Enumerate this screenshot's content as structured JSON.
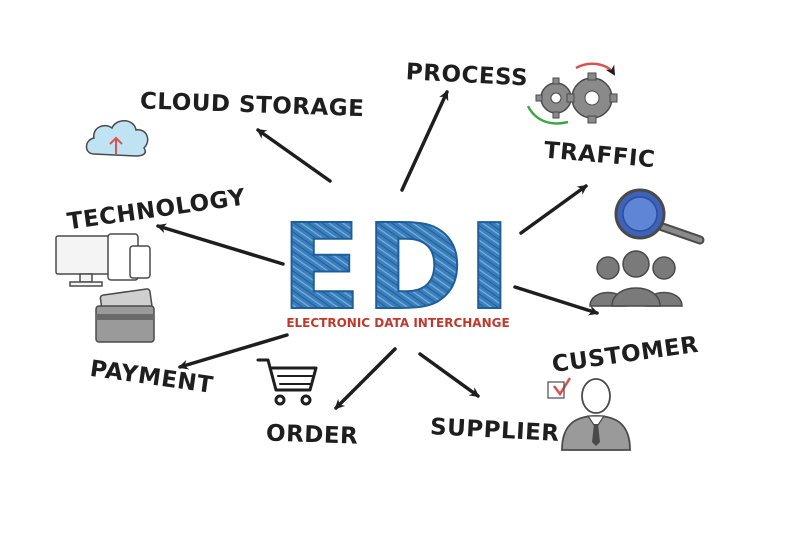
{
  "title": "EDI",
  "subtitle": "ELECTRONIC DATA INTERCHANGE",
  "colors": {
    "title_blue": "#2f73ae",
    "subtitle_red": "#c0392b",
    "ink": "#1e1e1e",
    "gear_gray": "#8a8a8a",
    "lens_blue": "#3d62b8",
    "people_gray": "#7a7a7a"
  },
  "nodes": [
    {
      "id": "cloud-storage",
      "label": "CLOUD STORAGE",
      "icon": "cloud-upload-icon"
    },
    {
      "id": "process",
      "label": "PROCESS",
      "icon": "gears-icon"
    },
    {
      "id": "technology",
      "label": "TECHNOLOGY",
      "icon": "devices-icon"
    },
    {
      "id": "traffic",
      "label": "TRAFFIC",
      "icon": "magnifier-icon"
    },
    {
      "id": "customer",
      "label": "CUSTOMER",
      "icon": "people-icon"
    },
    {
      "id": "payment",
      "label": "PAYMENT",
      "icon": "credit-cards-icon"
    },
    {
      "id": "order",
      "label": "ORDER",
      "icon": "shopping-cart-icon"
    },
    {
      "id": "supplier",
      "label": "SUPPLIER",
      "icon": "businessman-icon"
    }
  ]
}
